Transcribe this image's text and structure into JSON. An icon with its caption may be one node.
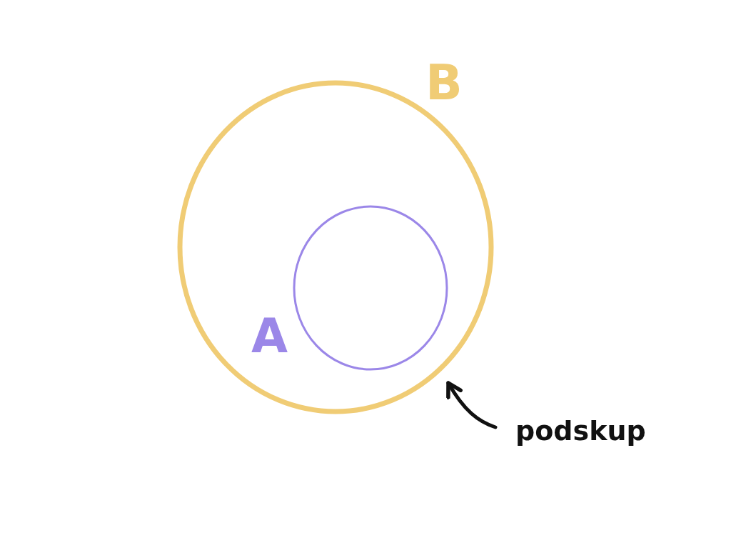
{
  "diagram": {
    "nodes": [
      {
        "text": [
          "B"
        ]
      },
      {
        "text": [
          "A"
        ],
        "in": 0
      },
      {
        "text": [
          "podskup"
        ]
      }
    ],
    "edges": [
      {
        "from": 2,
        "to": 0,
        "arrow": "to"
      }
    ]
  }
}
